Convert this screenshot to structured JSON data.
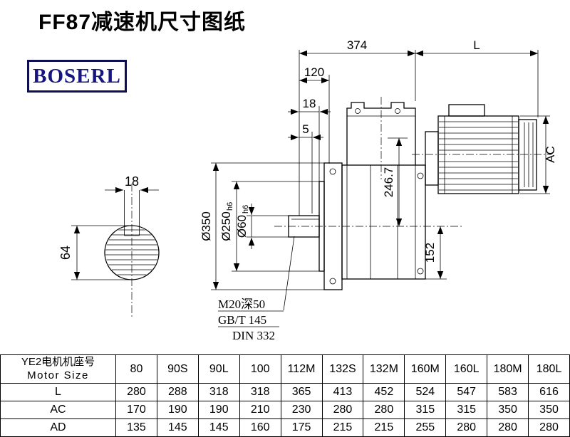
{
  "page": {
    "title": "FF87减速机尺寸图纸"
  },
  "logo": {
    "text": "BOSERL"
  },
  "colors": {
    "brand_text": "#16167e",
    "brand_border": "#0e0e52",
    "drawing_line": "#000000",
    "background": "#ffffff"
  },
  "drawing": {
    "dims": {
      "overall_length": "374",
      "motor_length": "L",
      "dim_120": "120",
      "dim_18": "18",
      "dim_5": "5",
      "motor_diameter": "AC",
      "center_height": "246.7",
      "base_to_center": "152",
      "flange_diameter": "Ø350",
      "spigot_diameter": "Ø250",
      "spigot_tolerance": "h6",
      "shaft_diameter": "Ø60",
      "shaft_tolerance": "h6",
      "key_width": "18",
      "shaft_end_diameter": "64"
    },
    "notes": {
      "tap_hole": "M20深50",
      "thread_standard": "GB/T 145",
      "center_hole_standard": "DIN 332"
    }
  },
  "table": {
    "header_cn": "YE2电机机座号",
    "header_en": "Motor Size",
    "sizes": [
      "80",
      "90S",
      "90L",
      "100",
      "112M",
      "132S",
      "132M",
      "160M",
      "160L",
      "180M",
      "180L"
    ],
    "rows": [
      {
        "label": "L",
        "values": [
          "280",
          "288",
          "318",
          "318",
          "365",
          "413",
          "452",
          "524",
          "547",
          "583",
          "616"
        ]
      },
      {
        "label": "AC",
        "values": [
          "170",
          "190",
          "190",
          "210",
          "230",
          "280",
          "280",
          "315",
          "315",
          "350",
          "350"
        ]
      },
      {
        "label": "AD",
        "values": [
          "135",
          "145",
          "145",
          "160",
          "175",
          "215",
          "215",
          "255",
          "280",
          "280",
          "280"
        ]
      }
    ]
  }
}
